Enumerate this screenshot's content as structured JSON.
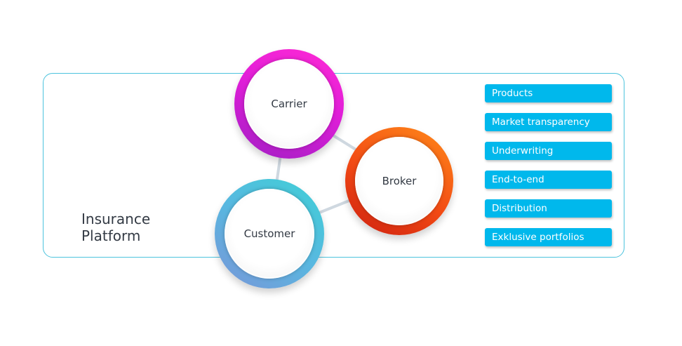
{
  "platform": {
    "label_line1": "Insurance",
    "label_line2": "Platform"
  },
  "nodes": {
    "carrier": {
      "label": "Carrier",
      "color": "#e91ed6"
    },
    "broker": {
      "label": "Broker",
      "color": "#f2561a"
    },
    "customer": {
      "label": "Customer",
      "color": "#4ec6d9"
    }
  },
  "features": [
    "Products",
    "Market transparency",
    "Underwriting",
    "End-to-end",
    "Distribution",
    "Exklusive portfolios"
  ],
  "colors": {
    "frame": "#4cc3dd",
    "feature_bg": "#00b8ec",
    "connector": "#cfd8e0"
  }
}
